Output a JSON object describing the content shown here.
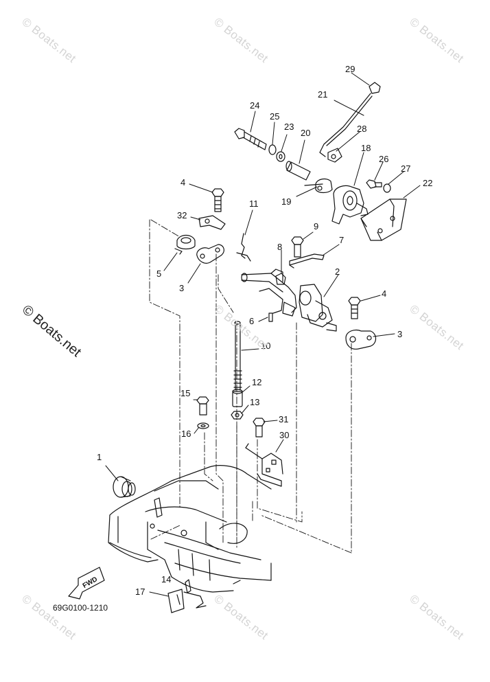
{
  "diagram_code": "69G0100-1210",
  "fwd_label": "FWD",
  "watermark_text": "© Boats.net",
  "watermark_large": "© Boats.net",
  "callouts": {
    "c1": "1",
    "c2": "2",
    "c3a": "3",
    "c3b": "3",
    "c4a": "4",
    "c4b": "4",
    "c5": "5",
    "c6": "6",
    "c7": "7",
    "c8": "8",
    "c9": "9",
    "c10": "10",
    "c11": "11",
    "c12": "12",
    "c13": "13",
    "c14": "14",
    "c15": "15",
    "c16": "16",
    "c17": "17",
    "c18": "18",
    "c19": "19",
    "c20": "20",
    "c21": "21",
    "c22": "22",
    "c23": "23",
    "c24": "24",
    "c25": "25",
    "c26": "26",
    "c27": "27",
    "c28": "28",
    "c29": "29",
    "c30": "30",
    "c31": "31",
    "c32": "32"
  }
}
